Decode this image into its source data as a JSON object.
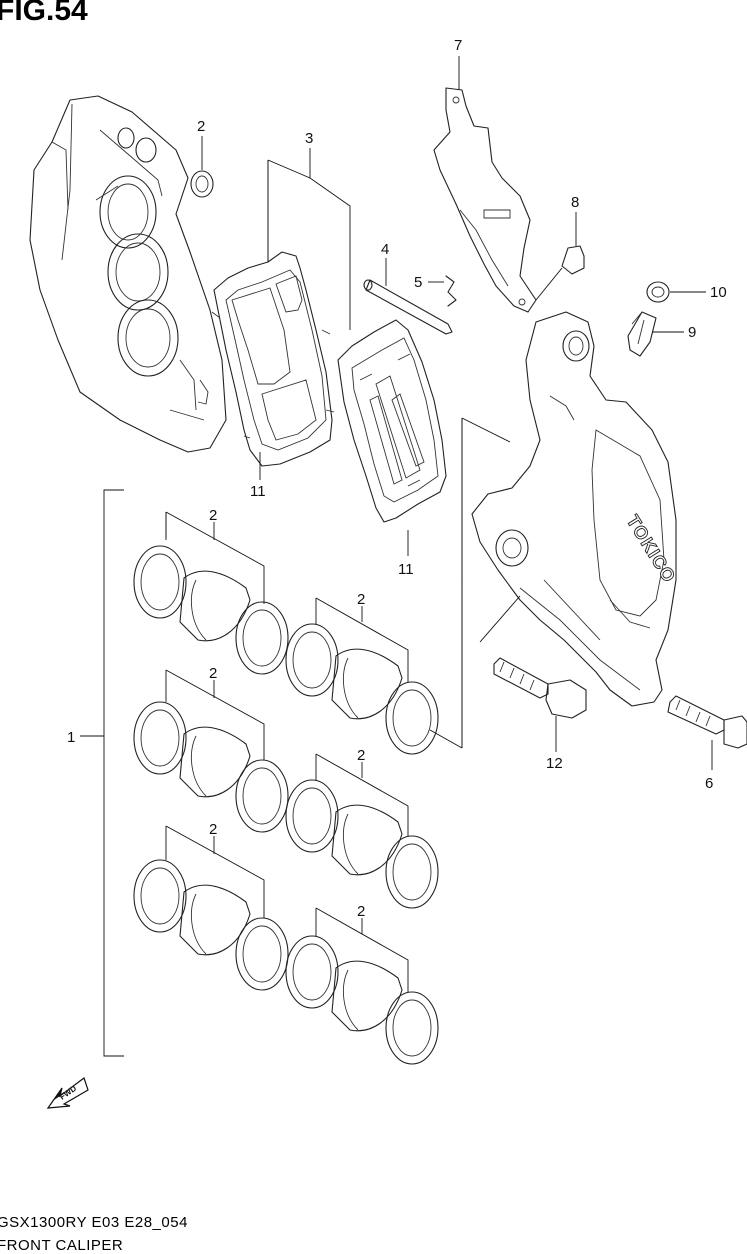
{
  "figure": {
    "title": "FIG.54",
    "model_code": "GSX1300RY E03 E28_054",
    "caption": "FRONT CALIPER",
    "fwd_label": "FWD"
  },
  "callouts": {
    "c1": "1",
    "c2_seal": "2",
    "c2_kit_a": "2",
    "c2_kit_b": "2",
    "c2_kit_c": "2",
    "c2_kit_d": "2",
    "c2_kit_e": "2",
    "c2_kit_f": "2",
    "c3": "3",
    "c4": "4",
    "c5": "5",
    "c6": "6",
    "c7": "7",
    "c8": "8",
    "c9": "9",
    "c10": "10",
    "c11_left": "11",
    "c11_right": "11",
    "c12": "12"
  },
  "brand_marking": "TOKICO"
}
